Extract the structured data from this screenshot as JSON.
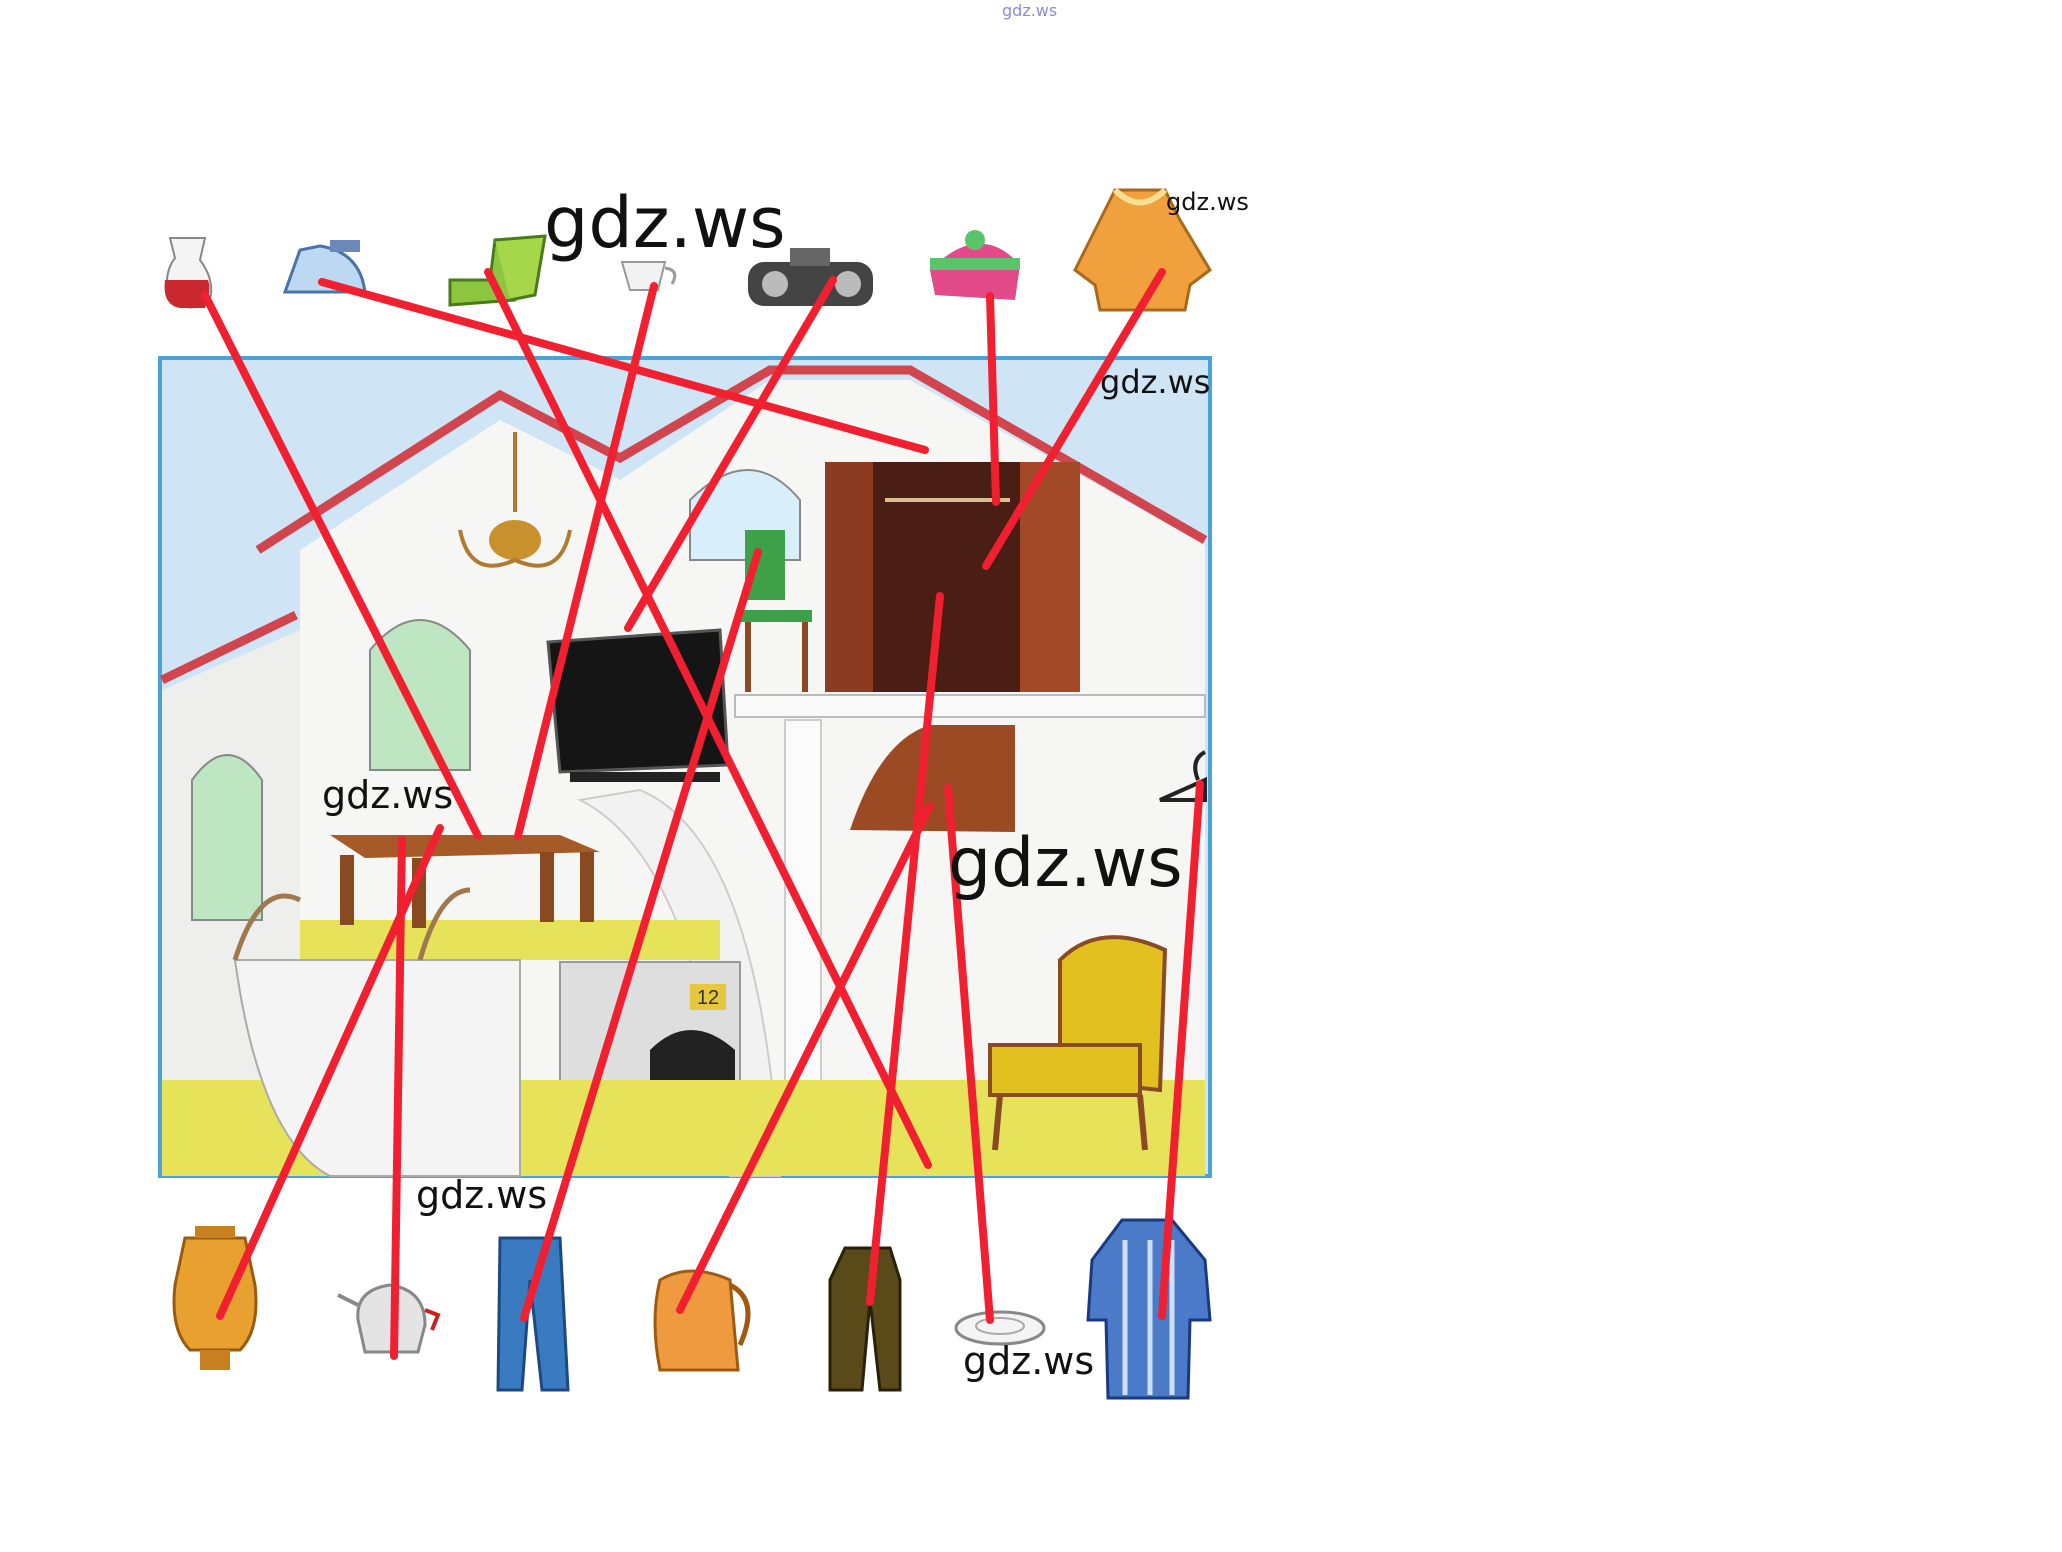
{
  "watermarks": {
    "top": "gdz.ws",
    "big1": "gdz.ws",
    "coat": "gdz.ws",
    "roof": "gdz.ws",
    "table": "gdz.ws",
    "big2": "gdz.ws",
    "bottom": "gdz.ws",
    "plate": "gdz.ws"
  },
  "fireplace_number": "12",
  "colors": {
    "line": "#f02030",
    "sky": "#cfe4f4",
    "wall": "#f6f6f4",
    "floor": "#e6e35a",
    "roof": "#d0454e",
    "wood": "#9c5a2c"
  },
  "top_items": [
    "jug-icon",
    "iron-icon",
    "boots-icon",
    "cup-icon",
    "radio-icon",
    "hat-icon",
    "fur-coat-icon"
  ],
  "bottom_items": [
    "samovar-icon",
    "teapot-icon",
    "jeans-icon",
    "kettle-icon",
    "coat-icon",
    "plate-icon",
    "bathrobe-icon"
  ]
}
